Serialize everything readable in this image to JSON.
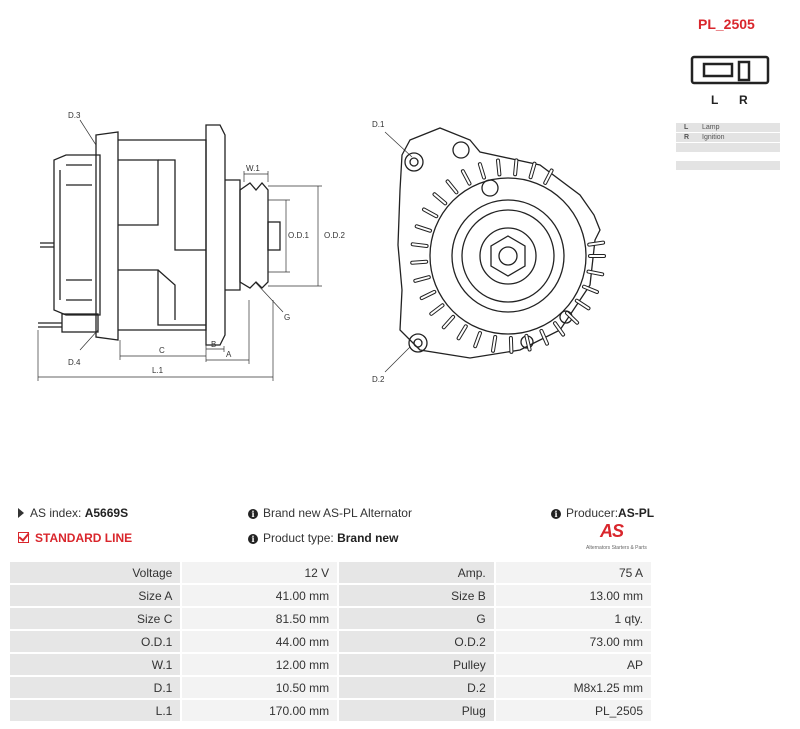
{
  "plug": {
    "title": "PL_2505",
    "pin_left": "L",
    "pin_right": "R",
    "pins": [
      {
        "key": "L",
        "value": "Lamp"
      },
      {
        "key": "R",
        "value": "Ignition"
      },
      {
        "key": "",
        "value": ""
      },
      {
        "key": "",
        "value": ""
      }
    ]
  },
  "drawing": {
    "labels": {
      "d3": "D.3",
      "d4": "D.4",
      "d1": "D.1",
      "d2": "D.2",
      "w1": "W.1",
      "od1": "O.D.1",
      "od2": "O.D.2",
      "g": "G",
      "c": "C",
      "b": "B",
      "a": "A",
      "l1": "L.1"
    }
  },
  "info": {
    "as_index_label": "AS index:",
    "as_index_value": "A5669S",
    "standard_line": "STANDARD LINE",
    "description": "Brand new AS-PL Alternator",
    "product_type_label": "Product type:",
    "product_type_value": "Brand new",
    "producer_label": "Producer:",
    "producer_value": "AS-PL",
    "logo_mark": "AS",
    "logo_sub": "Alternators  Starters & Parts"
  },
  "specs": [
    {
      "l1": "Voltage",
      "v1": "12 V",
      "l2": "Amp.",
      "v2": "75 A"
    },
    {
      "l1": "Size A",
      "v1": "41.00 mm",
      "l2": "Size B",
      "v2": "13.00 mm"
    },
    {
      "l1": "Size C",
      "v1": "81.50 mm",
      "l2": "G",
      "v2": "1 qty."
    },
    {
      "l1": "O.D.1",
      "v1": "44.00 mm",
      "l2": "O.D.2",
      "v2": "73.00 mm"
    },
    {
      "l1": "W.1",
      "v1": "12.00 mm",
      "l2": "Pulley",
      "v2": "AP"
    },
    {
      "l1": "D.1",
      "v1": "10.50 mm",
      "l2": "D.2",
      "v2": "M8x1.25 mm"
    },
    {
      "l1": "L.1",
      "v1": "170.00 mm",
      "l2": "Plug",
      "v2": "PL_2505"
    }
  ],
  "colors": {
    "accent": "#d9262c",
    "label_bg": "#e6e6e6",
    "value_bg": "#f3f3f3"
  }
}
